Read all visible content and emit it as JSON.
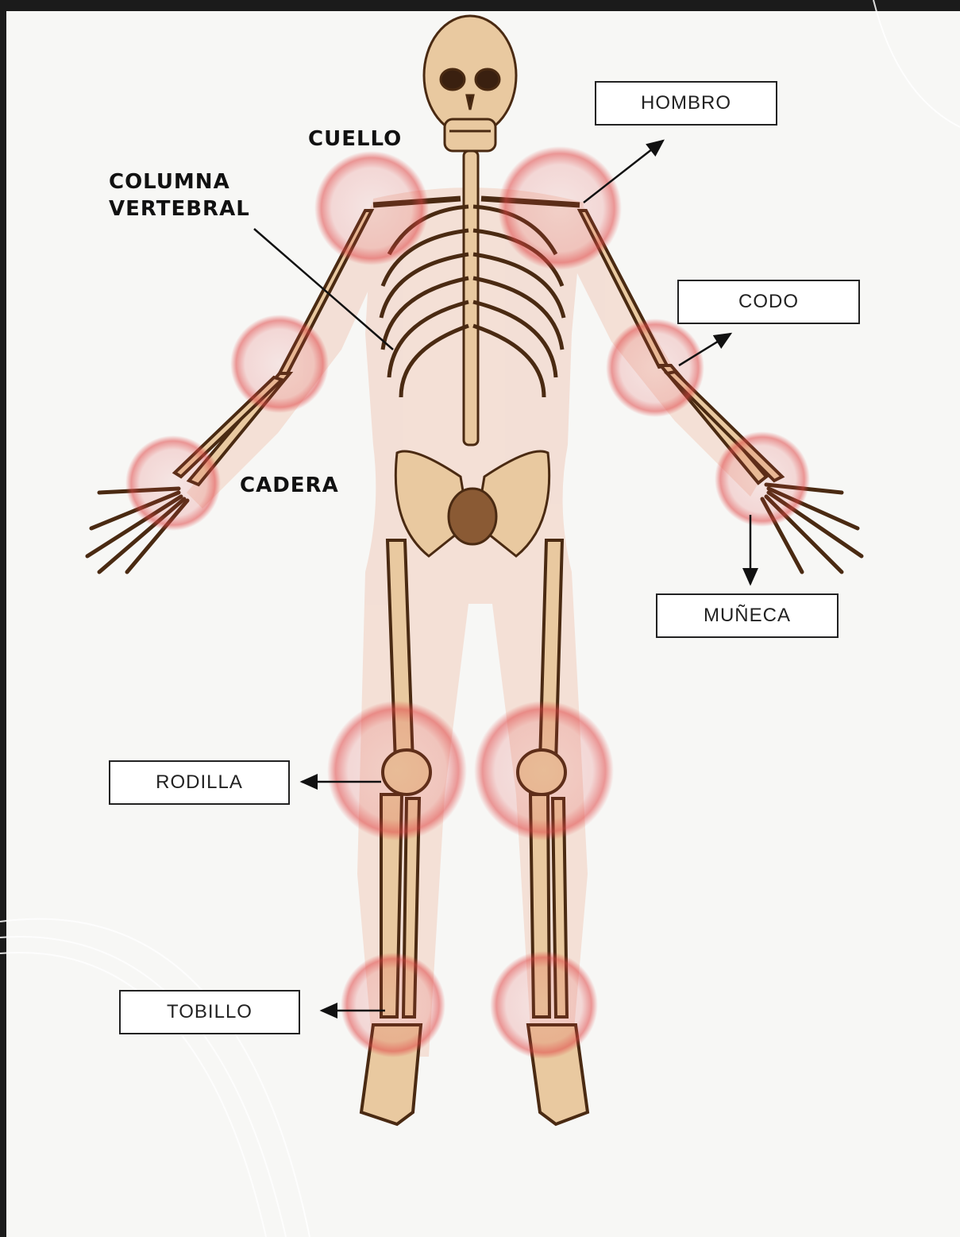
{
  "labels": {
    "cuello": "CUELLO",
    "columna": "COLUMNA\nVERTEBRAL",
    "cadera": "CADERA",
    "hombro": "HOMBRO",
    "codo": "CODO",
    "muneca": "MUÑECA",
    "rodilla": "RODILLA",
    "tobillo": "TOBILLO"
  },
  "colors": {
    "paper": "#f7f7f5",
    "frame": "#1b1b1b",
    "skin": "#f3ddd3",
    "bone": "#e9c9a0",
    "bone_outline": "#4a2a12",
    "inflammation": "#e04545"
  }
}
